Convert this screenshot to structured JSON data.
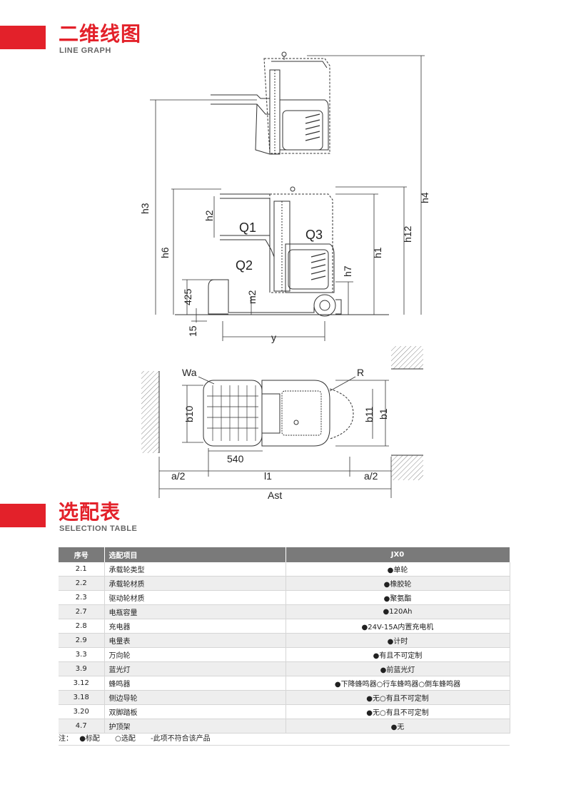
{
  "line_graph": {
    "title": "二维线图",
    "subtitle": "LINE GRAPH",
    "dims": {
      "h3": "h3",
      "h4": "h4",
      "h6": "h6",
      "h2": "h2",
      "h12": "h12",
      "h1": "h1",
      "h7": "h7",
      "m2": "m2",
      "d425": "425",
      "d15": "15",
      "y": "y",
      "Q1": "Q1",
      "Q2": "Q2",
      "Q3": "Q3",
      "Wa": "Wa",
      "R": "R",
      "b10": "b10",
      "b11": "b11",
      "b1": "b1",
      "d540": "540",
      "a2_left": "a/2",
      "l1": "l1",
      "a2_right": "a/2",
      "Ast": "Ast"
    }
  },
  "selection_table": {
    "title": "选配表",
    "subtitle": "SELECTION TABLE",
    "headers": {
      "no": "序号",
      "item": "选配项目",
      "model": "JX0"
    },
    "rows": [
      {
        "no": "2.1",
        "item": "承载轮类型",
        "value": "●单轮"
      },
      {
        "no": "2.2",
        "item": "承载轮材质",
        "value": "●橡胶轮"
      },
      {
        "no": "2.3",
        "item": "驱动轮材质",
        "value": "●聚氨酯"
      },
      {
        "no": "2.7",
        "item": "电瓶容量",
        "value": "●120Ah"
      },
      {
        "no": "2.8",
        "item": "充电器",
        "value": "●24V-15A内置充电机"
      },
      {
        "no": "2.9",
        "item": "电量表",
        "value": "●计时"
      },
      {
        "no": "3.3",
        "item": "万向轮",
        "value": "●有且不可定制"
      },
      {
        "no": "3.9",
        "item": "蓝光灯",
        "value": "●前蓝光灯"
      },
      {
        "no": "3.12",
        "item": "蜂鸣器",
        "value": "●下降蜂鸣器○行车蜂鸣器○倒车蜂鸣器"
      },
      {
        "no": "3.18",
        "item": "侧边导轮",
        "value": "●无○有且不可定制"
      },
      {
        "no": "3.20",
        "item": "双脚踏板",
        "value": "●无○有且不可定制"
      },
      {
        "no": "4.7",
        "item": "护顶架",
        "value": "●无"
      }
    ],
    "note": {
      "prefix": "注：",
      "standard": "●标配",
      "optional": "○选配",
      "na": "-此项不符合该产品"
    }
  }
}
